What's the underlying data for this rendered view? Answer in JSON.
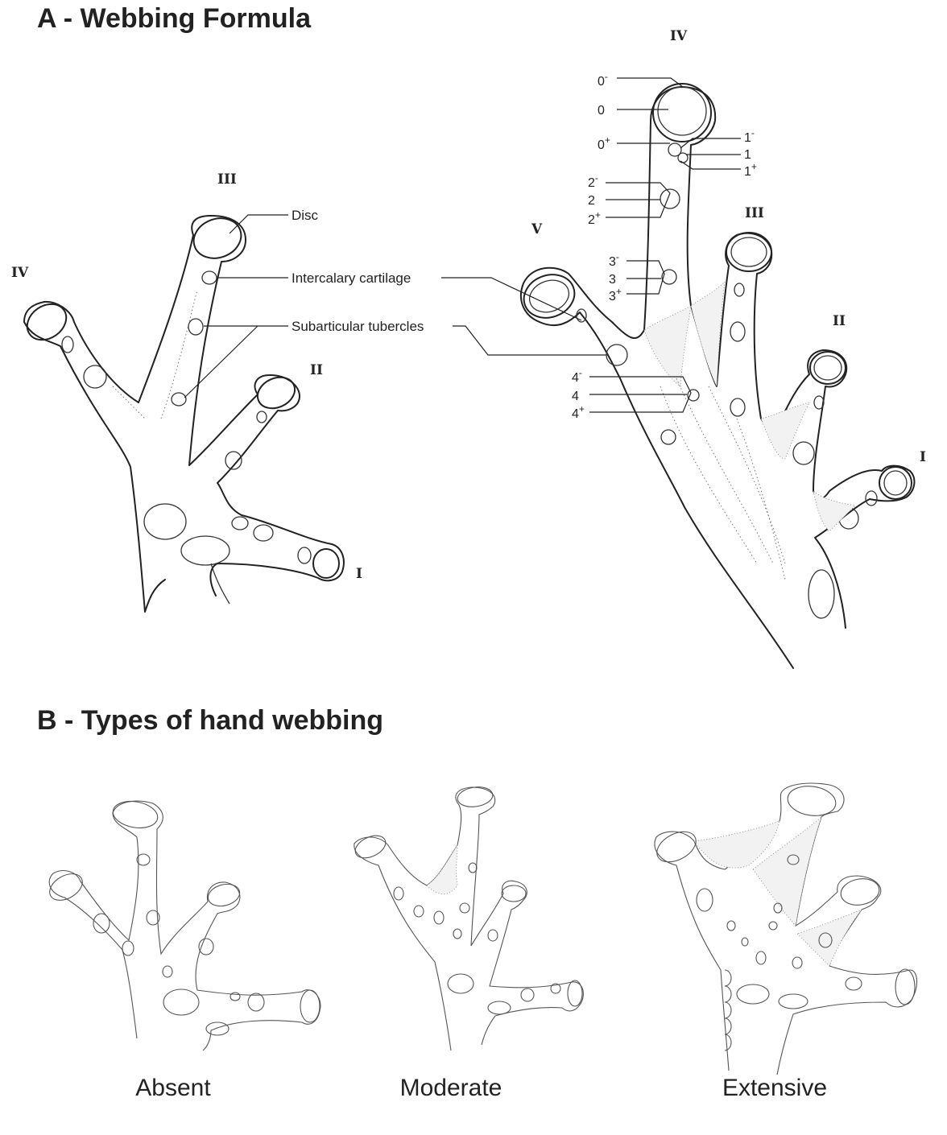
{
  "panel_a": {
    "title": "A - Webbing Formula",
    "left_hand": {
      "digits": {
        "I": "I",
        "II": "II",
        "III": "III",
        "IV": "IV"
      },
      "labels": {
        "disc": "Disc",
        "intercalary": "Intercalary cartilage",
        "subarticular": "Subarticular tubercles"
      }
    },
    "right_hand": {
      "digits": {
        "I": "I",
        "II": "II",
        "III": "III",
        "IV": "IV",
        "V": "V"
      },
      "levels": {
        "l0m": "0",
        "l0": "0",
        "l0p": "0",
        "l1m": "1",
        "l1": "1",
        "l1p": "1",
        "l2m": "2",
        "l2": "2",
        "l2p": "2",
        "l3m": "3",
        "l3": "3",
        "l3p": "3",
        "l4m": "4",
        "l4": "4",
        "l4p": "4"
      },
      "signs": {
        "minus": "-",
        "plus": "+"
      }
    }
  },
  "panel_b": {
    "title": "B - Types of hand webbing",
    "types": [
      "Absent",
      "Moderate",
      "Extensive"
    ]
  }
}
